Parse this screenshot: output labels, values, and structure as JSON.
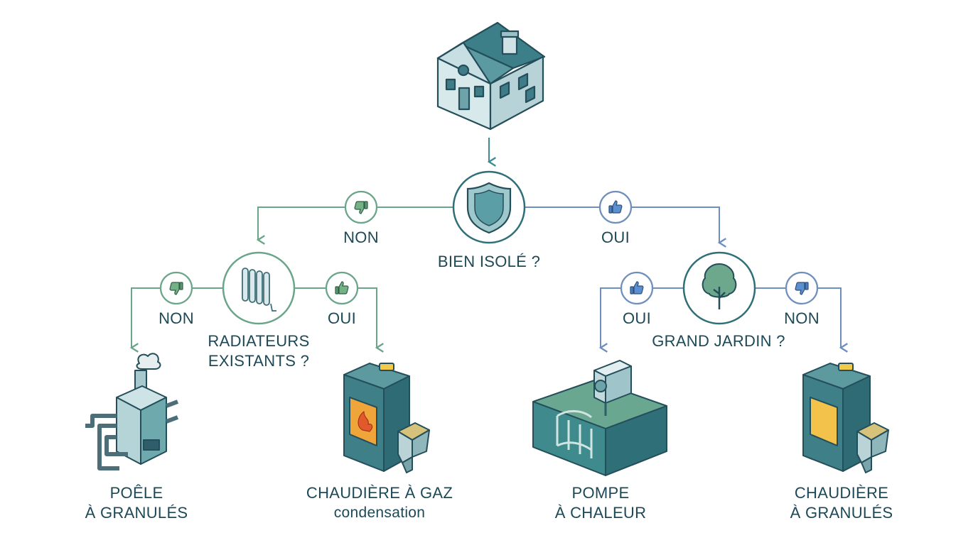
{
  "colors": {
    "left_branch": "#6aa58a",
    "right_branch": "#6e8fbb",
    "node_outline_dark": "#2f6f78",
    "fill_main": "#3e8a8f",
    "fill_light": "#cfe3e6",
    "text": "#1d4957"
  },
  "root": {
    "icon": "house-icon",
    "question": "BIEN ISOLÉ ?",
    "question_icon": "shield-icon"
  },
  "branches": {
    "left": {
      "answer": "NON",
      "answer_icon": "thumbs-down-icon",
      "question_line1": "RADIATEURS",
      "question_line2": "EXISTANTS ?",
      "question_icon": "radiator-icon",
      "no": {
        "answer": "NON",
        "answer_icon": "thumbs-down-icon",
        "result_line1": "POÊLE",
        "result_line2": "À GRANULÉS",
        "result_icon": "boiler-stove-icon"
      },
      "yes": {
        "answer": "OUI",
        "answer_icon": "thumbs-up-icon",
        "result_line1": "CHAUDIÈRE À GAZ",
        "result_line2": "condensation",
        "result_icon": "gas-boiler-icon"
      }
    },
    "right": {
      "answer": "OUI",
      "answer_icon": "thumbs-up-icon",
      "question": "GRAND JARDIN ?",
      "question_icon": "tree-icon",
      "yes": {
        "answer": "OUI",
        "answer_icon": "thumbs-up-icon",
        "result_line1": "POMPE",
        "result_line2": "À CHALEUR",
        "result_icon": "heat-pump-icon"
      },
      "no": {
        "answer": "NON",
        "answer_icon": "thumbs-down-icon",
        "result_line1": "CHAUDIÈRE",
        "result_line2": "À GRANULÉS",
        "result_icon": "pellet-boiler-icon"
      }
    }
  }
}
